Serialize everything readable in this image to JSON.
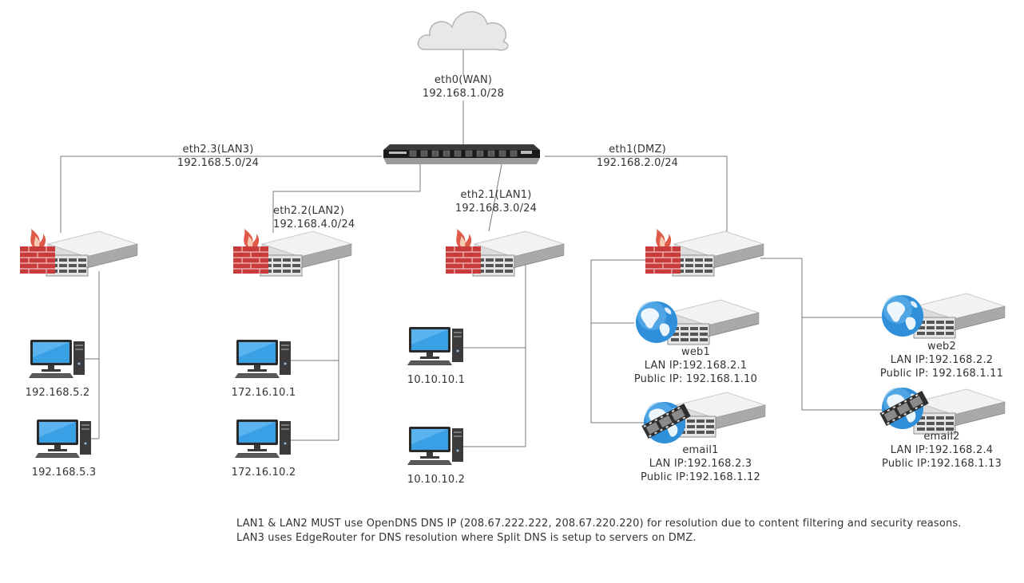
{
  "wan": {
    "iface": "eth0(WAN)",
    "subnet": "192.168.1.0/28"
  },
  "lan3": {
    "iface": "eth2.3(LAN3)",
    "subnet": "192.168.5.0/24"
  },
  "lan2": {
    "iface": "eth2.2(LAN2)",
    "subnet": "192.168.4.0/24"
  },
  "lan1": {
    "iface": "eth2.1(LAN1)",
    "subnet": "192.168.3.0/24"
  },
  "dmz": {
    "iface": "eth1(DMZ)",
    "subnet": "192.168.2.0/24"
  },
  "hosts": {
    "lan3_a": "192.168.5.2",
    "lan3_b": "192.168.5.3",
    "lan2_a": "172.16.10.1",
    "lan2_b": "172.16.10.2",
    "lan1_a": "10.10.10.1",
    "lan1_b": "10.10.10.2"
  },
  "servers": {
    "web1": {
      "name": "web1",
      "lan": "LAN IP:192.168.2.1",
      "public": "Public IP: 192.168.1.10"
    },
    "web2": {
      "name": "web2",
      "lan": "LAN IP:192.168.2.2",
      "public": "Public IP: 192.168.1.11"
    },
    "email1": {
      "name": "email1",
      "lan": "LAN IP:192.168.2.3",
      "public": "Public IP:192.168.1.12"
    },
    "email2": {
      "name": "email2",
      "lan": "LAN IP:192.168.2.4",
      "public": "Public IP:192.168.1.13"
    }
  },
  "notes": {
    "line1": "LAN1 & LAN2 MUST use OpenDNS DNS IP (208.67.222.222, 208.67.220.220) for resolution due to content filtering and security reasons.",
    "line2": "LAN3 uses EdgeRouter for DNS resolution where Split DNS is setup to servers on DMZ."
  }
}
